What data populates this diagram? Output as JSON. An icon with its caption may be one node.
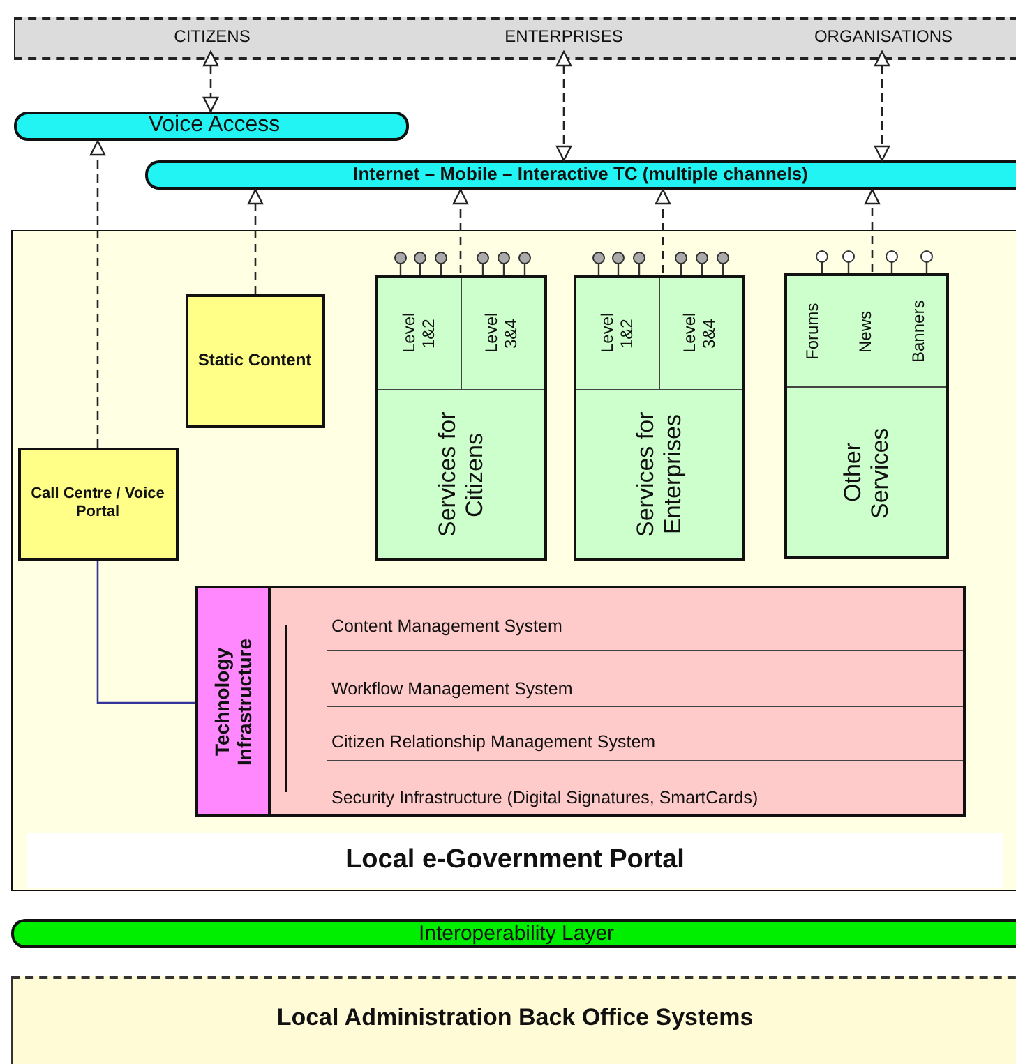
{
  "diagram": {
    "nodes": [
      {
        "text": [
          "CITIZENS"
        ]
      },
      {
        "text": [
          "ENTERPRISES"
        ]
      },
      {
        "text": [
          "ORGANISATIONS"
        ]
      },
      {
        "text": [
          "Voice Access"
        ]
      },
      {
        "text": [
          "Internet – Mobile – Interactive TC (multiple channels)"
        ]
      },
      {
        "text": [
          "Local e-Government Portal"
        ]
      },
      {
        "text": [
          "Static Content"
        ],
        "in": 5
      },
      {
        "text": [
          "Call Centre / Voice Portal"
        ],
        "in": 5
      },
      {
        "text": [
          "Level 1&2",
          "Level 3&4",
          "Services for Citizens"
        ],
        "in": 5
      },
      {
        "text": [
          "Level 1&2",
          "Level 3&4",
          "Services for Enterprises"
        ],
        "in": 5
      },
      {
        "text": [
          "Forums",
          "News",
          "Banners",
          "Other Services"
        ],
        "in": 5
      },
      {
        "text": [
          "Content Management System",
          "Workflow Management System",
          "Citizen Relationship Management System",
          "Security Infrastructure (Digital Signatures, SmartCards)"
        ],
        "in": 5
      },
      {
        "text": [
          "Technology Infrastructure"
        ],
        "in": 11
      },
      {
        "text": [
          "Interoperability Layer"
        ]
      },
      {
        "text": [
          "Local Administration Back Office Systems"
        ]
      }
    ],
    "edges": [
      {
        "from": 0,
        "to": 3,
        "arrow": "both",
        "style": "dashed"
      },
      {
        "from": 1,
        "to": 4,
        "arrow": "both",
        "style": "dashed"
      },
      {
        "from": 2,
        "to": 4,
        "arrow": "both",
        "style": "dashed"
      },
      {
        "from": 7,
        "to": 3,
        "arrow": "to",
        "style": "dashed"
      },
      {
        "from": 6,
        "to": 4,
        "arrow": "to",
        "style": "dashed"
      },
      {
        "from": 8,
        "to": 4,
        "arrow": "to",
        "style": "dashed"
      },
      {
        "from": 9,
        "to": 4,
        "arrow": "to",
        "style": "dashed"
      },
      {
        "from": 10,
        "to": 4,
        "arrow": "to",
        "style": "dashed"
      },
      {
        "from": 7,
        "to": 12,
        "arrow": "none",
        "color": "#333399"
      }
    ]
  }
}
